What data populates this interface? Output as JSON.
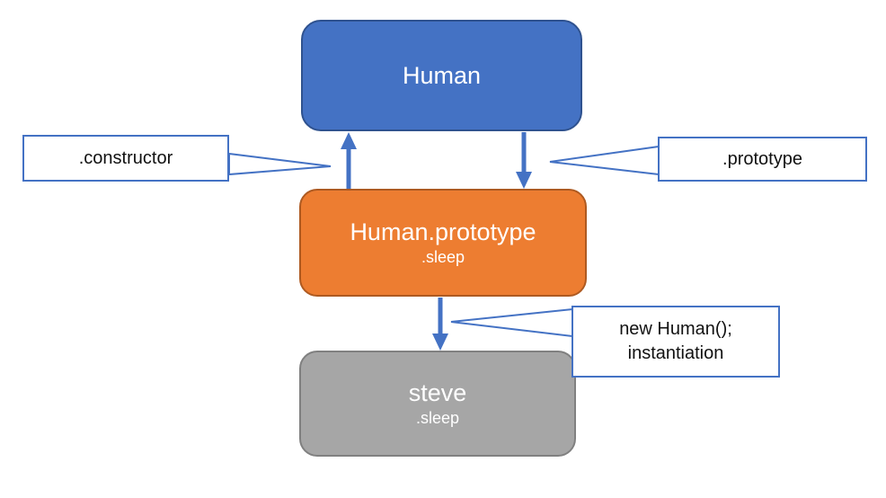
{
  "diagram": {
    "type": "flowchart",
    "topic": "JavaScript constructor / prototype relationship"
  },
  "nodes": {
    "human": {
      "label": "Human"
    },
    "human_prototype": {
      "label": "Human.prototype",
      "member": ".sleep"
    },
    "steve": {
      "label": "steve",
      "member": ".sleep"
    }
  },
  "callouts": {
    "constructor": {
      "label": ".constructor"
    },
    "prototype": {
      "label": ".prototype"
    },
    "instantiation": {
      "line1": "new Human();",
      "line2": "instantiation"
    }
  },
  "arrows": [
    {
      "name": "constructor-arrow",
      "direction": "up",
      "from": "human_prototype",
      "to": "human"
    },
    {
      "name": "prototype-arrow",
      "direction": "down",
      "from": "human",
      "to": "human_prototype"
    },
    {
      "name": "instantiation-arrow",
      "direction": "down",
      "from": "human_prototype",
      "to": "steve"
    }
  ],
  "colors": {
    "canvas_bg": "#FFFFFF",
    "node_human_fill": "#4472C4",
    "node_human_border": "#2F528F",
    "node_prototype_fill": "#ED7D31",
    "node_prototype_border": "#AE5A21",
    "node_steve_fill": "#A6A6A6",
    "node_steve_border": "#808080",
    "connector_blue": "#4472C4",
    "callout_border": "#4472C4",
    "node_text": "#FFFFFF",
    "callout_text": "#111111"
  }
}
